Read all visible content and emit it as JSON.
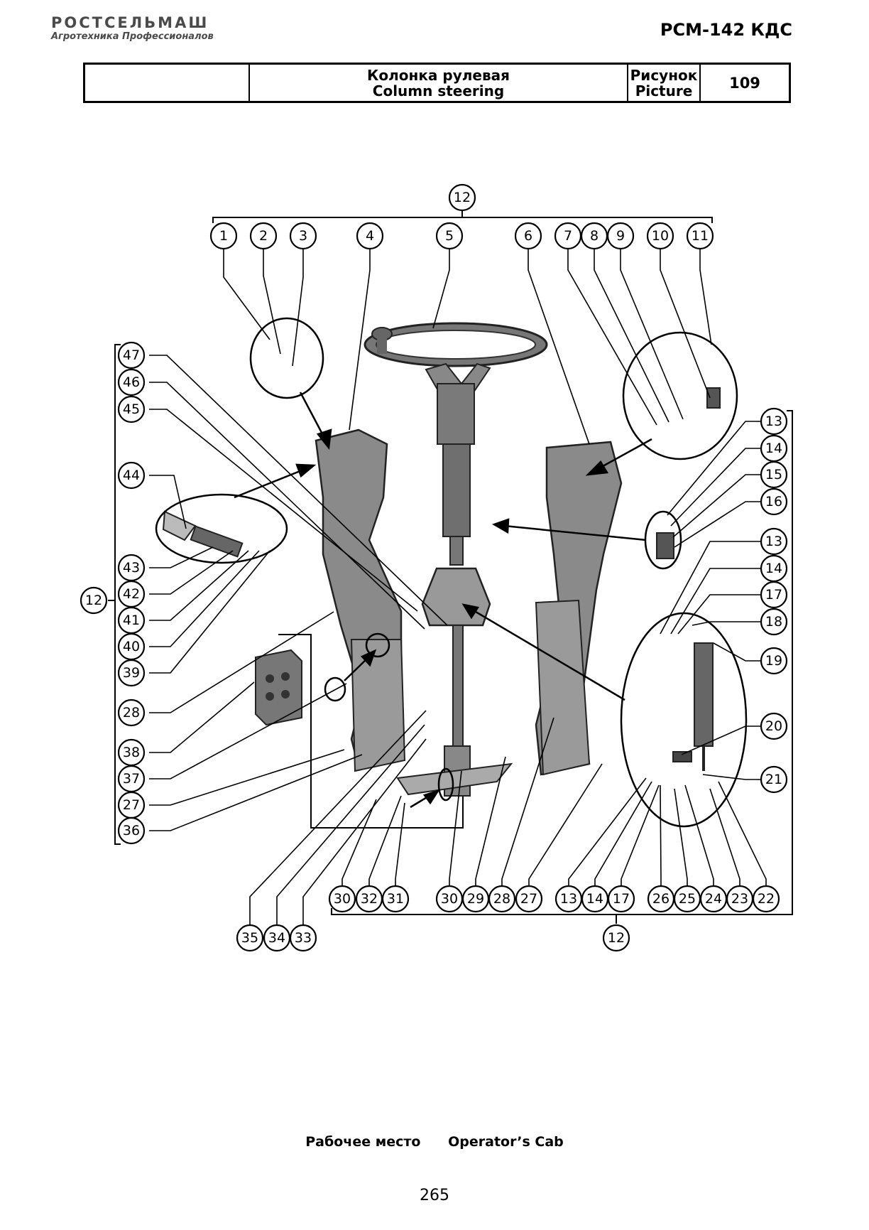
{
  "header": {
    "brand": "РОСТСЕЛЬМАШ",
    "brand_sub": "Агротехника Профессионалов",
    "model": "РСМ-142 КДС"
  },
  "title_block": {
    "name_ru": "Колонка рулевая",
    "name_en": "Column steering",
    "figure_label_ru": "Рисунок",
    "figure_label_en": "Picture",
    "figure_number": "109"
  },
  "callouts": [
    "12",
    "1",
    "2",
    "3",
    "4",
    "5",
    "6",
    "7",
    "8",
    "9",
    "10",
    "11",
    "47",
    "46",
    "45",
    "44",
    "43",
    "42",
    "41",
    "40",
    "39",
    "28",
    "38",
    "37",
    "27",
    "36",
    "12",
    "13",
    "14",
    "15",
    "16",
    "13",
    "14",
    "17",
    "18",
    "19",
    "20",
    "21",
    "30",
    "32",
    "31",
    "30",
    "29",
    "28",
    "27",
    "13",
    "14",
    "17",
    "26",
    "25",
    "24",
    "23",
    "22",
    "35",
    "34",
    "33",
    "12"
  ],
  "footer": {
    "section_ru": "Рабочее место",
    "section_en": "Operator’s Cab",
    "page_number": "265"
  }
}
